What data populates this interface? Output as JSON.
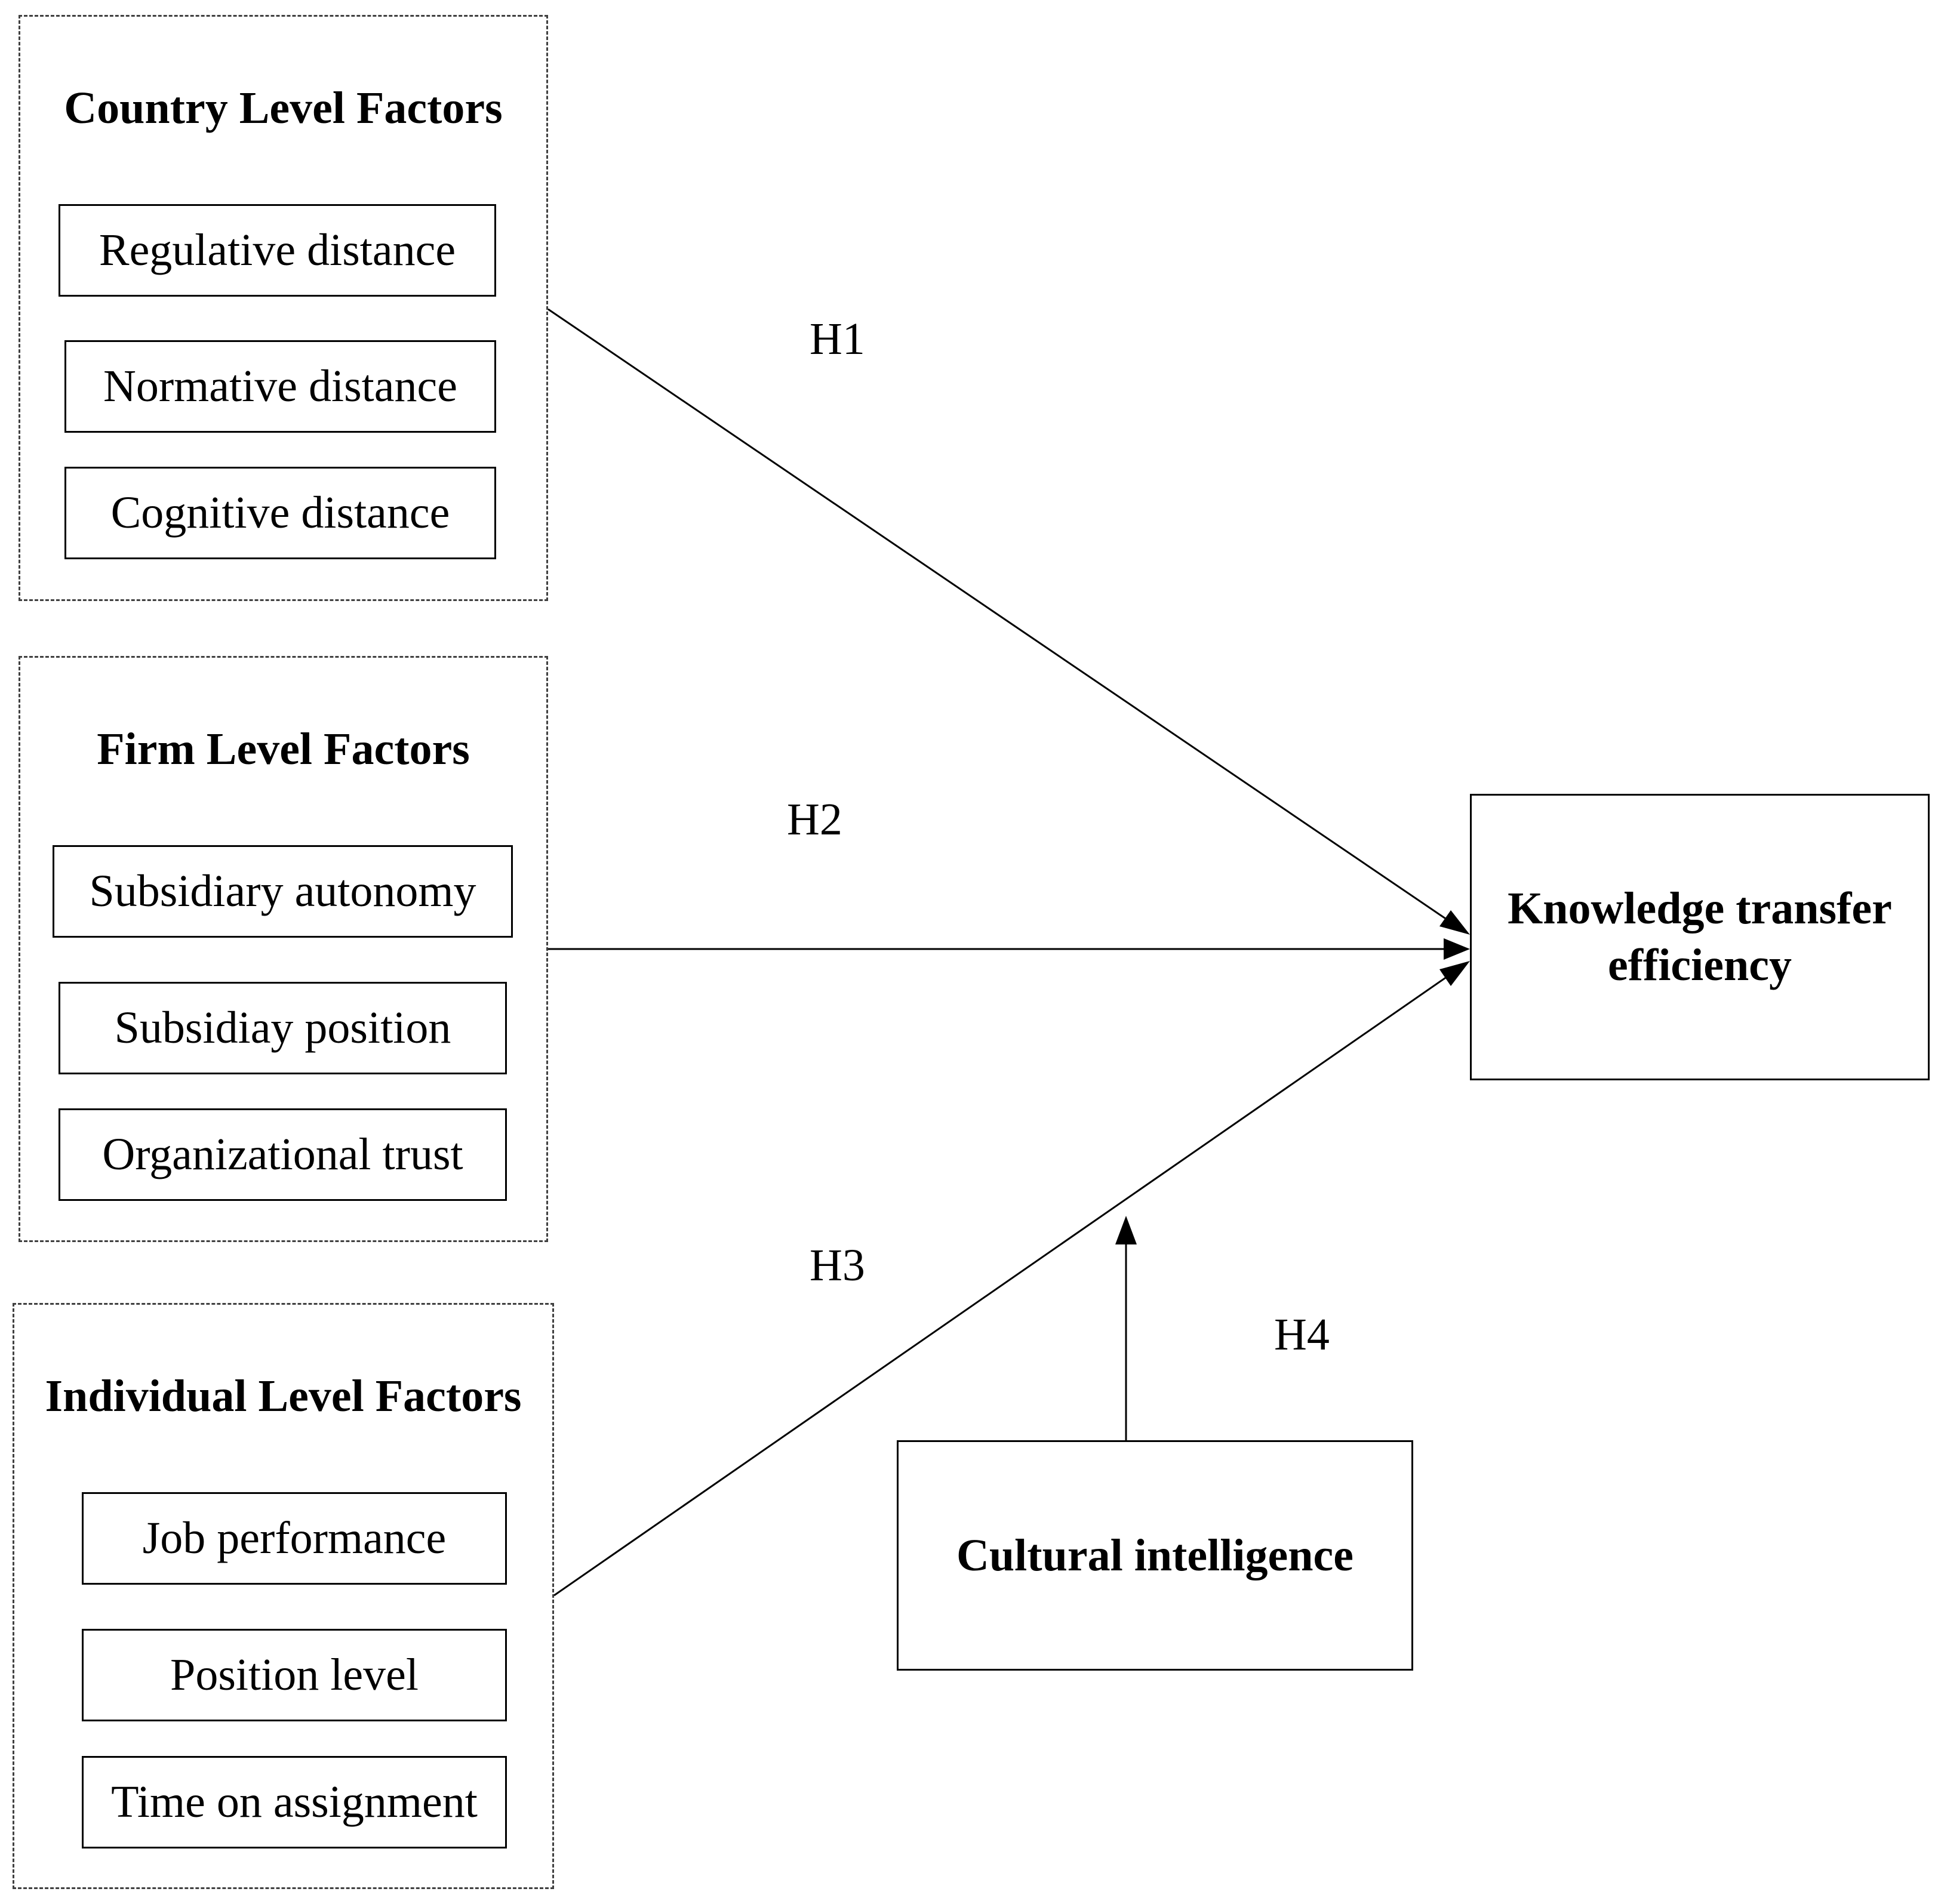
{
  "groups": {
    "country": {
      "title": "Country Level Factors",
      "items": [
        "Regulative distance",
        "Normative distance",
        "Cognitive distance"
      ]
    },
    "firm": {
      "title": "Firm Level Factors",
      "items": [
        "Subsidiary autonomy",
        "Subsidiay position",
        "Organizational trust"
      ]
    },
    "individual": {
      "title": "Individual Level Factors",
      "items": [
        "Job performance",
        "Position level",
        "Time on assignment"
      ]
    }
  },
  "outcome": {
    "line1": "Knowledge transfer",
    "line2": "efficiency"
  },
  "moderator": {
    "label": "Cultural intelligence"
  },
  "hypotheses": {
    "h1": "H1",
    "h2": "H2",
    "h3": "H3",
    "h4": "H4"
  },
  "colors": {
    "line": "#000000",
    "dashed_border": "#404040"
  }
}
